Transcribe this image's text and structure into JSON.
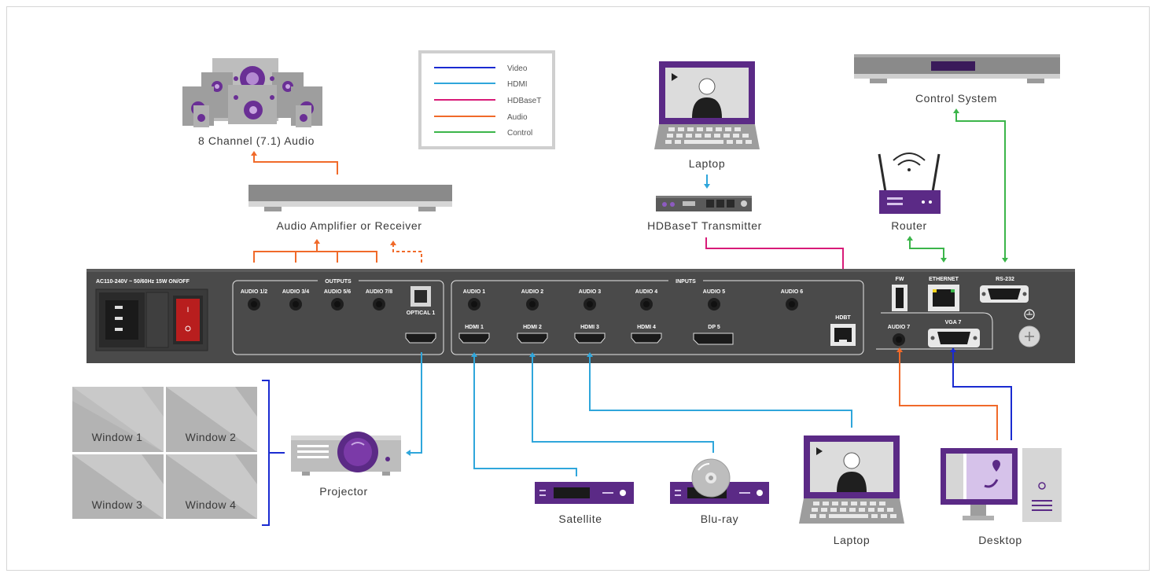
{
  "colors": {
    "video": "#1a2bd1",
    "hdmi": "#2fa6db",
    "hdbaset": "#d81b78",
    "audio": "#f06a2a",
    "control": "#3bb54a",
    "purple": "#5b2a86",
    "panel": "#4a4a4a",
    "device_gray": "#888888"
  },
  "legend": {
    "video": "Video",
    "hdmi": "HDMI",
    "hdbaset": "HDBaseT",
    "audio": "Audio",
    "control": "Control"
  },
  "devices": {
    "audio_system": "8 Channel (7.1) Audio",
    "amplifier": "Audio Amplifier or Receiver",
    "laptop_top": "Laptop",
    "transmitter": "HDBaseT Transmitter",
    "control_system": "Control System",
    "router": "Router",
    "projector": "Projector",
    "satellite": "Satellite",
    "bluray": "Blu-ray",
    "laptop_bottom": "Laptop",
    "desktop": "Desktop"
  },
  "windows": [
    "Window 1",
    "Window 2",
    "Window 3",
    "Window 4"
  ],
  "panel": {
    "power": "AC110-240V ~ 50/60Hz 15W  ON/OFF",
    "outputs": "OUTPUTS",
    "inputs": "INPUTS",
    "audio_out": [
      "AUDIO 1/2",
      "AUDIO 3/4",
      "AUDIO 5/6",
      "AUDIO 7/8"
    ],
    "optical": "OPTICAL 1",
    "audio_in": [
      "AUDIO 1",
      "AUDIO 2",
      "AUDIO 3",
      "AUDIO 4",
      "AUDIO 5",
      "AUDIO 6"
    ],
    "hdmi_in": [
      "HDMI 1",
      "HDMI 2",
      "HDMI 3",
      "HDMI 4"
    ],
    "dp": "DP 5",
    "hdbt": "HDBT",
    "fw": "FW",
    "ethernet": "ETHERNET",
    "rs232": "RS-232",
    "audio7": "AUDIO 7",
    "vga7": "VGA 7"
  }
}
